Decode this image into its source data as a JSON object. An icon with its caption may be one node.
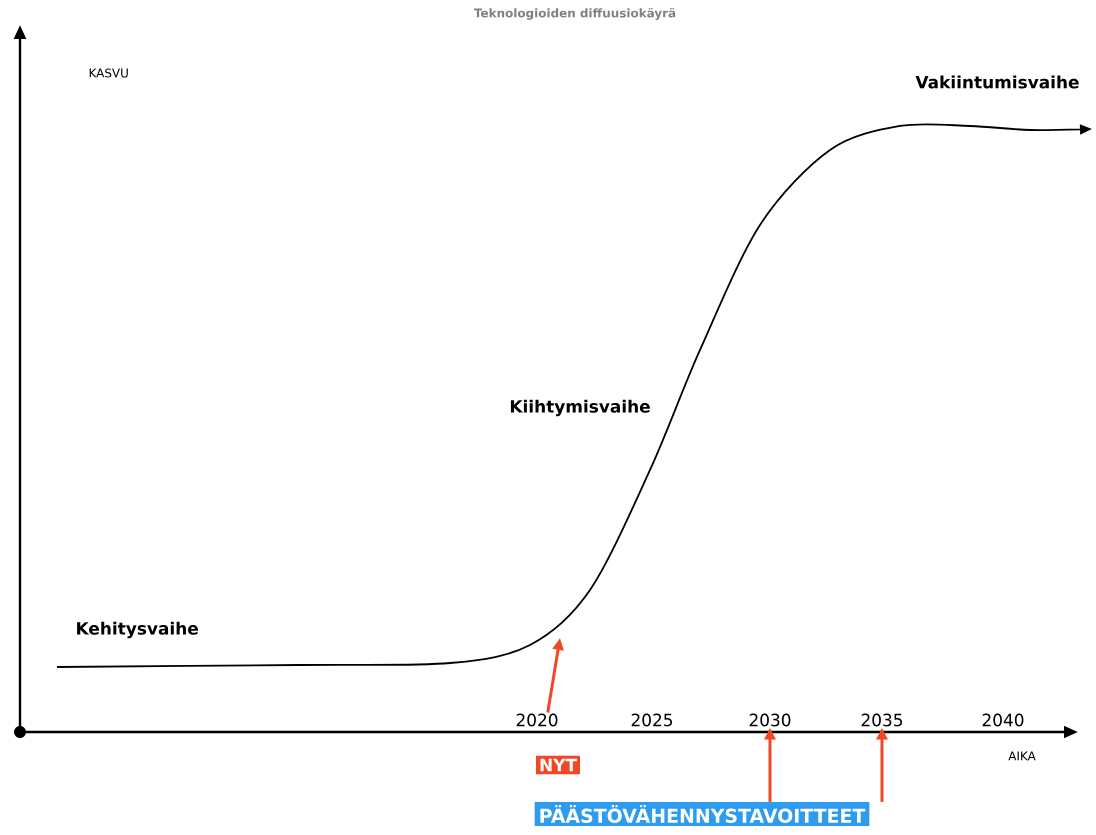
{
  "diagram": {
    "title": "Teknologioiden diffuusiokäyrä",
    "nodes": [
      {
        "text": [
          "2020"
        ]
      },
      {
        "text": [
          "2030"
        ]
      },
      {
        "text": [
          "2035"
        ]
      },
      {
        "text": [
          "PÄÄSTÖVÄHENNYSTAVOITTEET"
        ]
      }
    ],
    "edges": [
      {
        "from": 0,
        "to": null,
        "arrow": "to"
      },
      {
        "from": 3,
        "to": 1,
        "arrow": "to"
      },
      {
        "from": 3,
        "to": 2,
        "arrow": "to"
      }
    ],
    "labels": [
      "KASVU",
      "Vakiintumisvaihe",
      "Kiihtymisvaihe",
      "Kehitysvaihe",
      "2025",
      "2040",
      "AIKA",
      "NYT"
    ]
  }
}
